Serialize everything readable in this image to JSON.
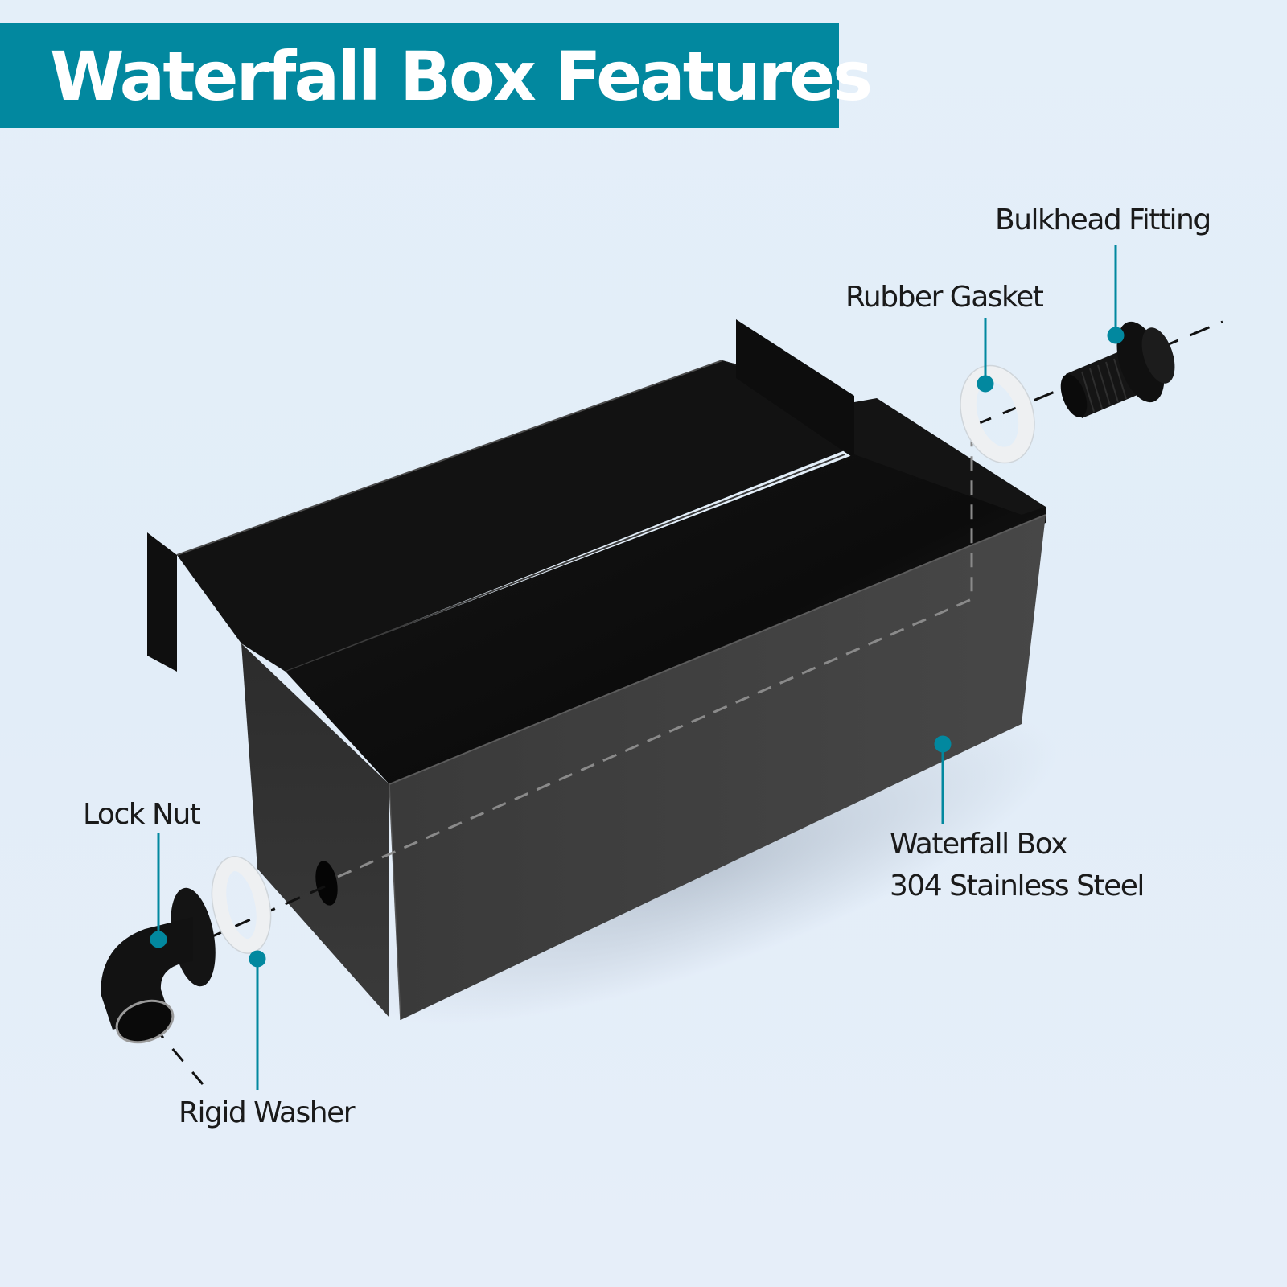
{
  "header": {
    "title": "Waterfall Box Features"
  },
  "colors": {
    "accent": "#02889f",
    "background": "#e4eff9",
    "text": "#1a1a1a",
    "box_dark": "#1c1c1c",
    "box_front": "#3f3f3f",
    "washer": "#eef0f2"
  },
  "callouts": [
    {
      "id": "bulkhead-fitting",
      "label": "Bulkhead Fitting"
    },
    {
      "id": "rubber-gasket",
      "label": "Rubber Gasket"
    },
    {
      "id": "lock-nut",
      "label": "Lock Nut"
    },
    {
      "id": "rigid-washer",
      "label": "Rigid Washer"
    },
    {
      "id": "waterfall-box",
      "label_line1": "Waterfall Box",
      "label_line2": "304 Stainless Steel"
    }
  ]
}
